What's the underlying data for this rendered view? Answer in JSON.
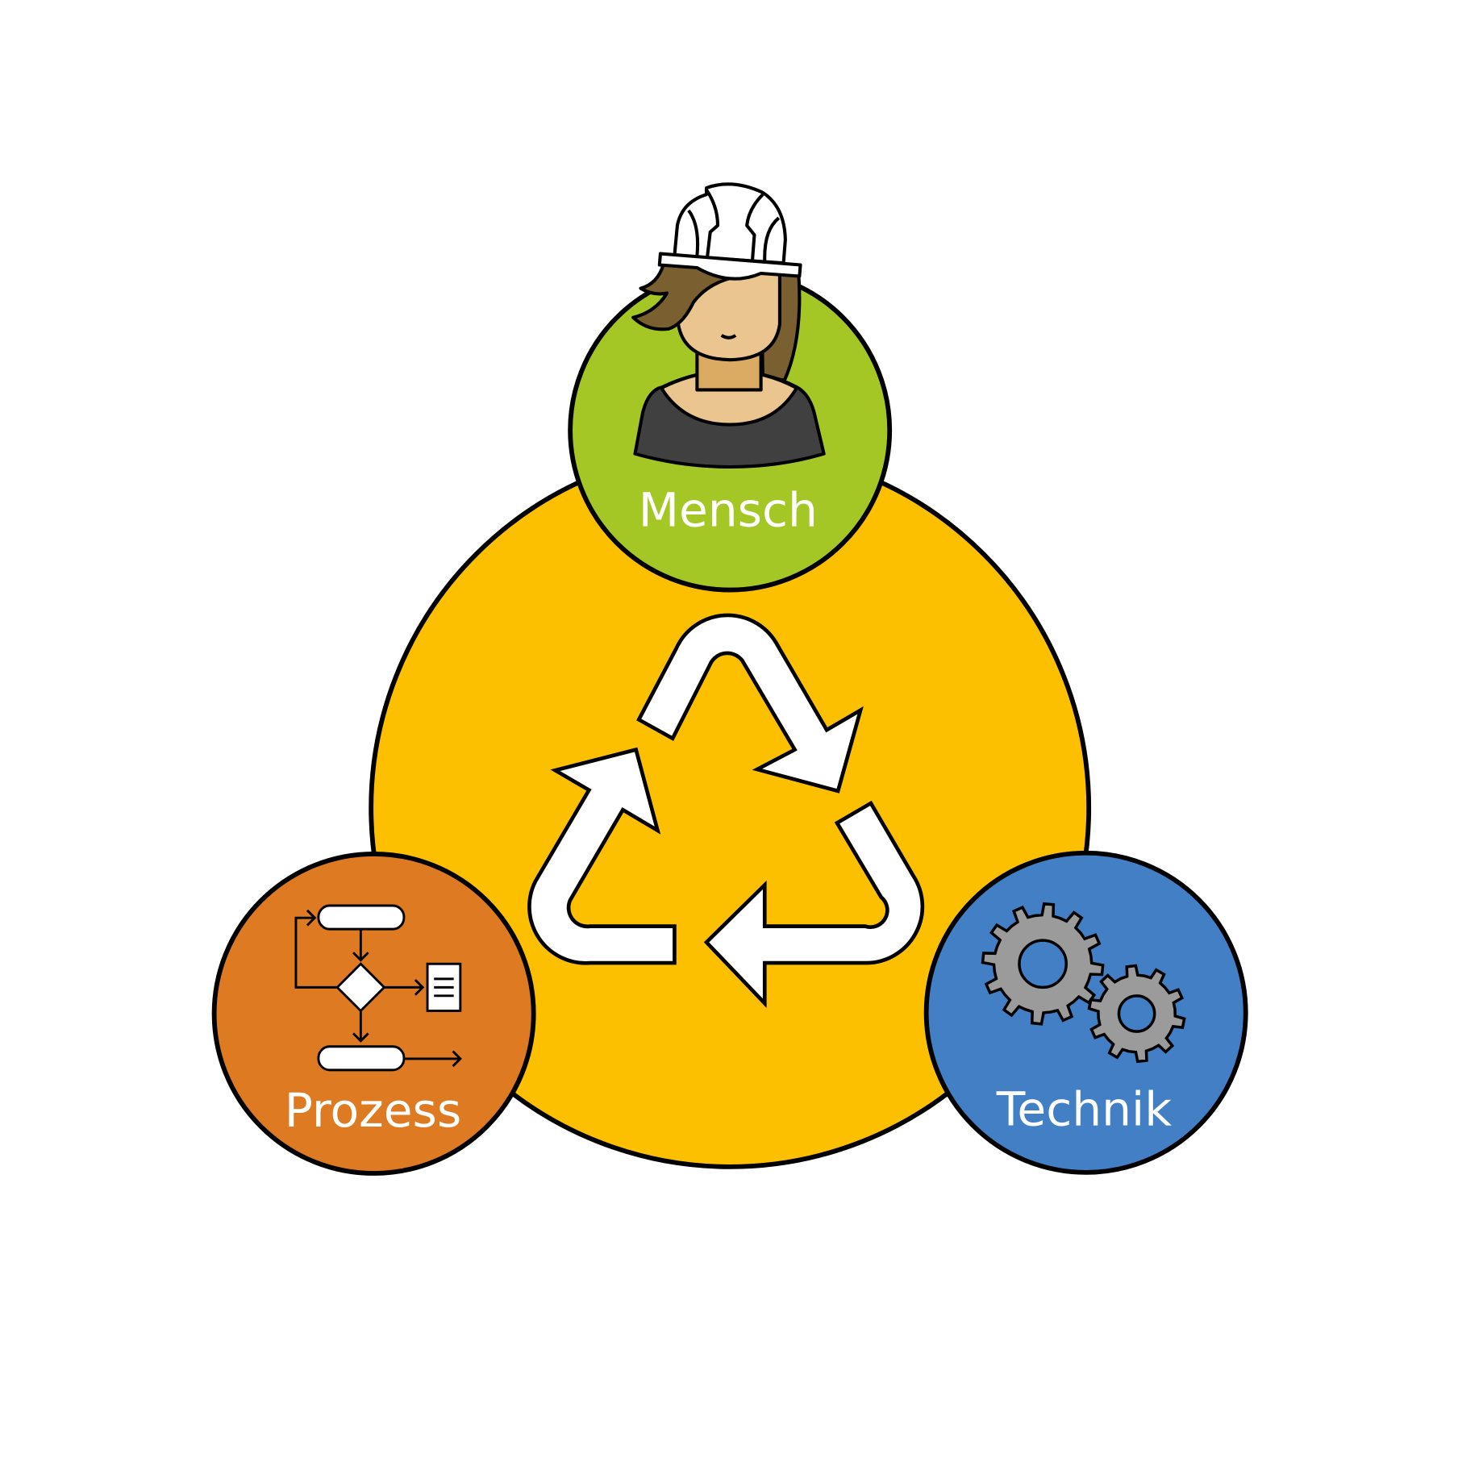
{
  "nodes": {
    "mensch": {
      "label": "Mensch",
      "color": "#a5c726",
      "icon": "worker-with-hard-hat-icon"
    },
    "prozess": {
      "label": "Prozess",
      "color": "#dd7a22",
      "icon": "flowchart-icon"
    },
    "technik": {
      "label": "Technik",
      "color": "#427fc4",
      "icon": "gears-icon"
    }
  },
  "center": {
    "color": "#fdc000",
    "icon": "recycle-cycle-arrows-icon"
  },
  "stroke_color": "#000000"
}
